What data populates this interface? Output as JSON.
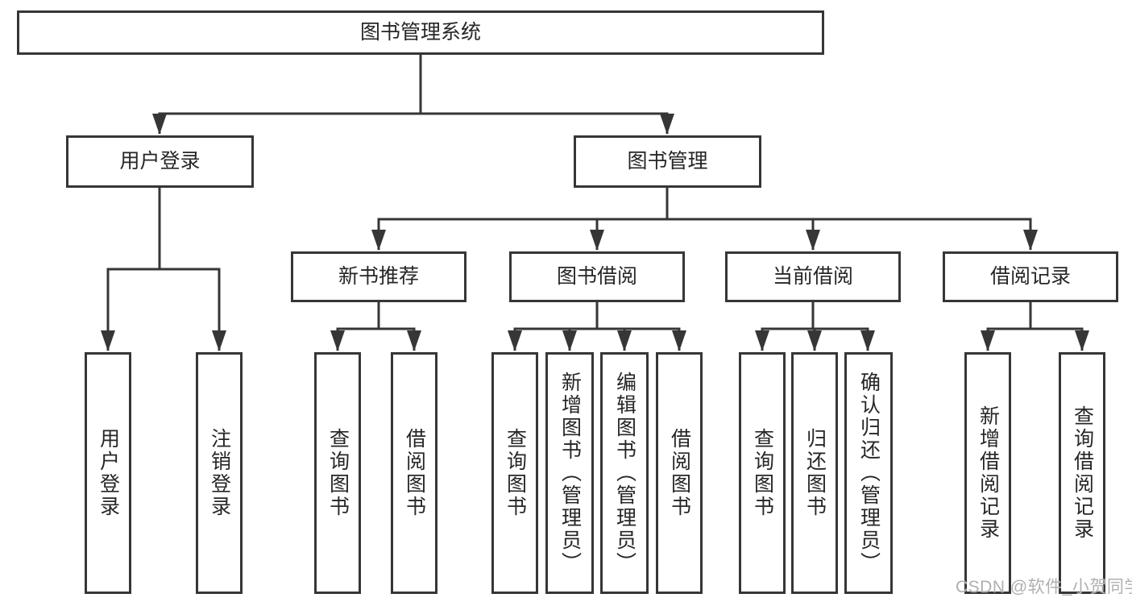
{
  "tree": {
    "label": "图书管理系统",
    "children": [
      {
        "label": "用户登录",
        "children": [
          {
            "label": "用户登录"
          },
          {
            "label": "注销登录"
          }
        ]
      },
      {
        "label": "图书管理",
        "children": [
          {
            "label": "新书推荐",
            "children": [
              {
                "label": "查询图书"
              },
              {
                "label": "借阅图书"
              }
            ]
          },
          {
            "label": "图书借阅",
            "children": [
              {
                "label": "查询图书"
              },
              {
                "label": "新增图书（管理员）"
              },
              {
                "label": "编辑图书（管理员）"
              },
              {
                "label": "借阅图书"
              }
            ]
          },
          {
            "label": "当前借阅",
            "children": [
              {
                "label": "查询图书"
              },
              {
                "label": "归还图书"
              },
              {
                "label": "确认归还（管理员）"
              }
            ]
          },
          {
            "label": "借阅记录",
            "children": [
              {
                "label": "新增借阅记录"
              },
              {
                "label": "查询借阅记录"
              }
            ]
          }
        ]
      }
    ]
  },
  "watermark": {
    "text": "CSDN @软件_小贺同学"
  },
  "colors": {
    "line": "#363636",
    "text": "#262626",
    "watermark": "#b1afaf",
    "background": "#ffffff"
  }
}
